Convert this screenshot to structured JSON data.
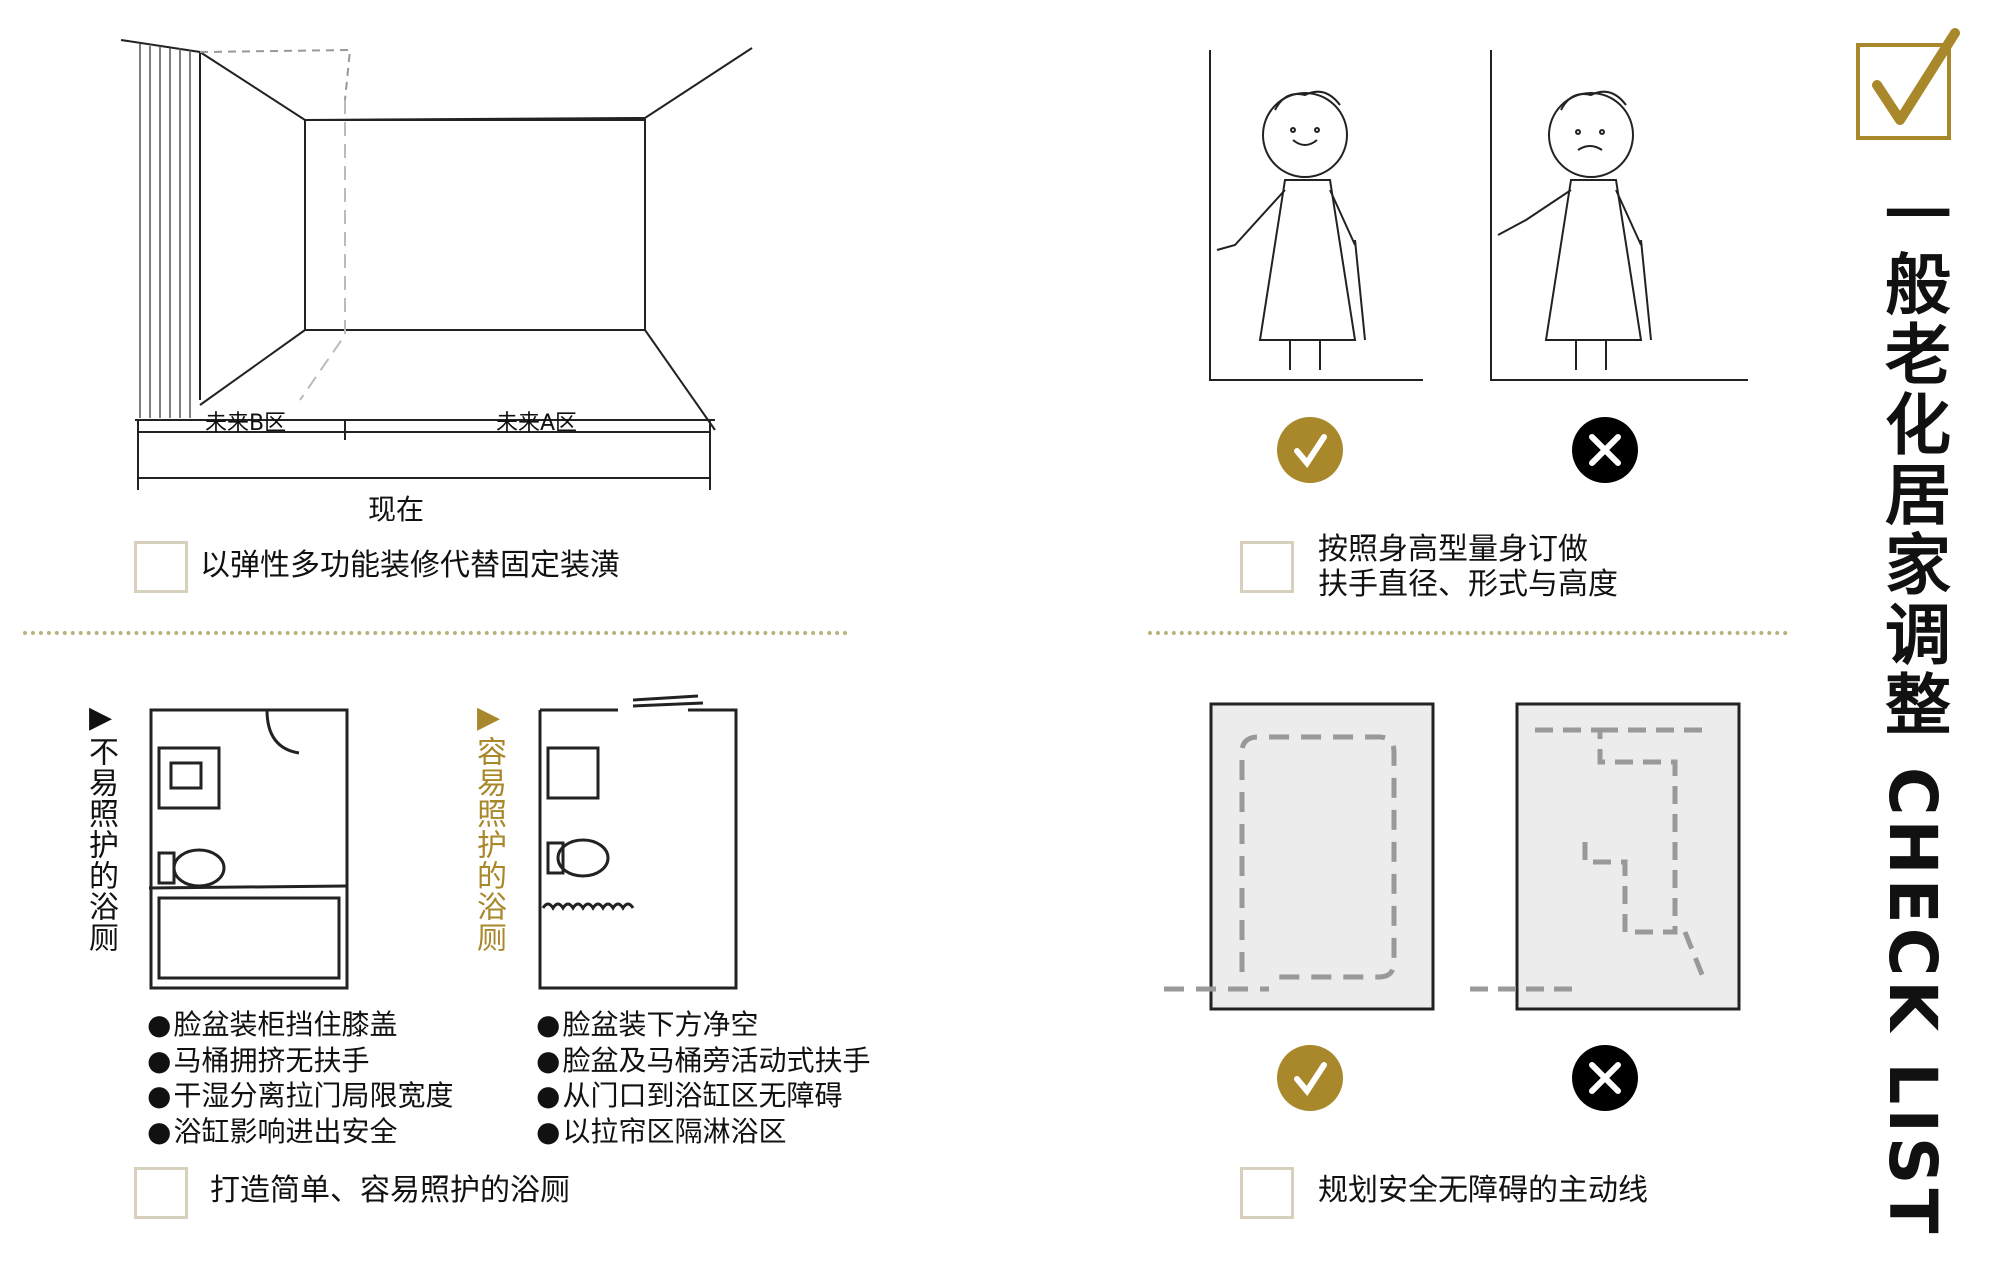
{
  "title": "一般老化居家调整 CHECK LIST",
  "colors": {
    "accent": "#a8882a",
    "checkbox_border": "#d6d0bd",
    "divider": "#b8b27a"
  },
  "room_sketch": {
    "zone_b": "未来B区",
    "zone_a": "未来A区",
    "now": "现在"
  },
  "items": [
    {
      "label": "以弹性多功能装修代替固定装潢"
    },
    {
      "label_line1": "按照身高型量身订做",
      "label_line2": "扶手直径、形式与高度"
    },
    {
      "label": "打造简单、容易照护的浴厕"
    },
    {
      "label": "规划安全无障碍的主动线"
    }
  ],
  "bathroom": {
    "bad": {
      "title": "▶不易照护的浴厕",
      "points": [
        "脸盆装柜挡住膝盖",
        "马桶拥挤无扶手",
        "干湿分离拉门局限宽度",
        "浴缸影响进出安全"
      ]
    },
    "good": {
      "title": "▶容易照护的浴厕",
      "points": [
        "脸盆装下方净空",
        "脸盆及马桶旁活动式扶手",
        "从门口到浴缸区无障碍",
        "以拉帘区隔淋浴区"
      ]
    }
  },
  "icons": {
    "good": "check-circle-icon",
    "bad": "x-circle-icon"
  }
}
